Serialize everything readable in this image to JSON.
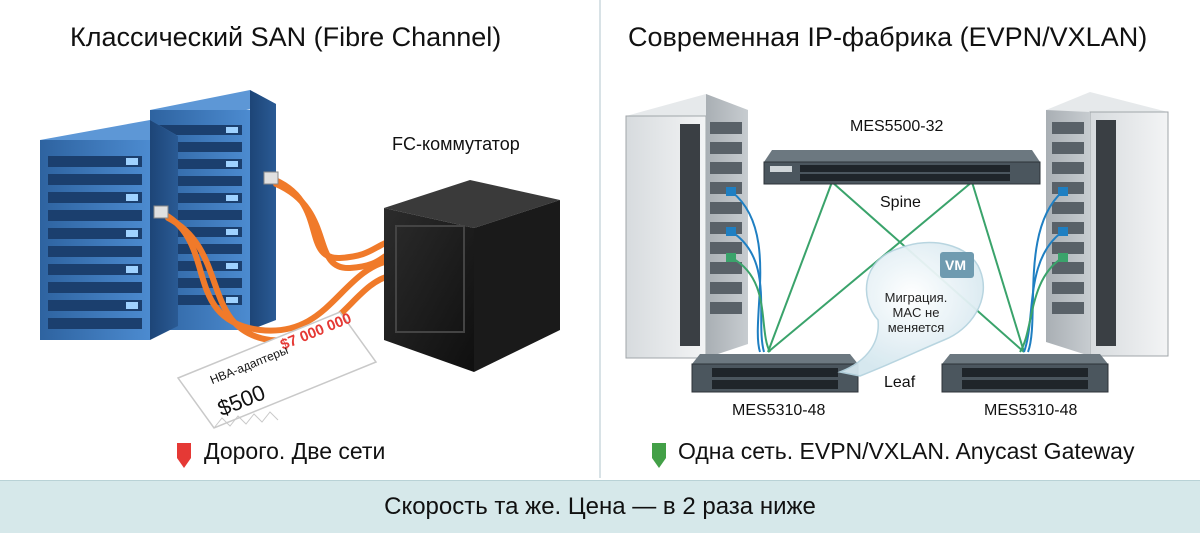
{
  "left": {
    "title": "Классический SAN (Fibre Channel)",
    "switch_label": "FC-коммутатор",
    "receipt": {
      "amount_big": "$7 000 000",
      "line": "HBA-адаптеры",
      "amount_small": "$500"
    },
    "caption": "Дорого. Две сети",
    "marker_color": "#e53935"
  },
  "right": {
    "title": "Современная IP-фабрика (EVPN/VXLAN)",
    "spine_model": "MES5500-32",
    "spine_label": "Spine",
    "leaf_label": "Leaf",
    "leaf_left_model": "MES5310-48",
    "leaf_right_model": "MES5310-48",
    "vm_badge": "VM",
    "migration_lines": [
      "Миграция.",
      "MAC не",
      "меняется"
    ],
    "caption": "Одна сеть. EVPN/VXLAN. Anycast Gateway",
    "marker_color": "#43a047"
  },
  "footer": "Скорость та же. Цена — в 2 раза ниже",
  "colors": {
    "fc_cable": "#f07a2a",
    "ip_cable_blue": "#1f7fc2",
    "ip_cable_green": "#3aa36b",
    "server_blue": "#3a74b5"
  }
}
